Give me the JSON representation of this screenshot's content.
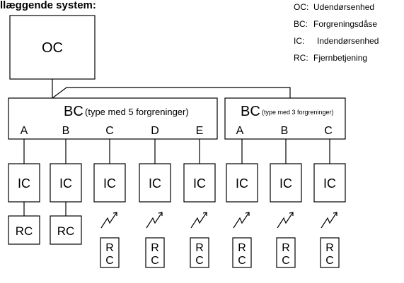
{
  "title": "llæggende system:",
  "legend": [
    {
      "key": "OC:",
      "text": "Udendørsenhed"
    },
    {
      "key": "BC:",
      "text": "Forgreningsdåse"
    },
    {
      "key": "IC:",
      "text": "Indendørsenhed"
    },
    {
      "key": "RC:",
      "text": "Fjernbetjening"
    }
  ],
  "outdoor_unit": {
    "label": "OC"
  },
  "bc_units": [
    {
      "label": "BC",
      "subtitle": "(type med 5 forgreninger)",
      "ports": [
        "A",
        "B",
        "C",
        "D",
        "E"
      ]
    },
    {
      "label": "BC",
      "subtitle": "(type med 3 forgreninger)",
      "ports": [
        "A",
        "B",
        "C"
      ]
    }
  ],
  "indoor_units": [
    {
      "label": "IC",
      "remote": "RC",
      "link": "wired"
    },
    {
      "label": "IC",
      "remote": "RC",
      "link": "wired"
    },
    {
      "label": "IC",
      "remote": "RC",
      "link": "wireless"
    },
    {
      "label": "IC",
      "remote": "RC",
      "link": "wireless"
    },
    {
      "label": "IC",
      "remote": "RC",
      "link": "wireless"
    },
    {
      "label": "IC",
      "remote": "RC",
      "link": "wireless"
    },
    {
      "label": "IC",
      "remote": "RC",
      "link": "wireless"
    },
    {
      "label": "IC",
      "remote": "RC",
      "link": "wireless"
    }
  ]
}
